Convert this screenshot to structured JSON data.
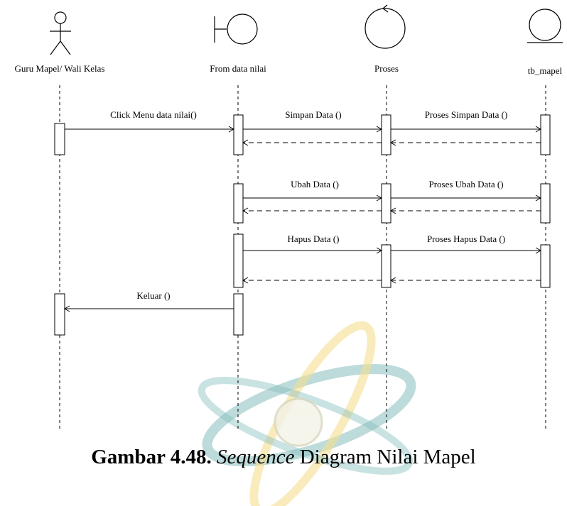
{
  "diagram": {
    "participants": [
      {
        "id": "actor",
        "label": "Guru Mapel/ Wali Kelas",
        "kind": "actor"
      },
      {
        "id": "boundary",
        "label": "From data nilai",
        "kind": "boundary"
      },
      {
        "id": "control",
        "label": "Proses",
        "kind": "control"
      },
      {
        "id": "entity",
        "label": "tb_mapel",
        "kind": "entity"
      }
    ],
    "messages": [
      {
        "from": "actor",
        "to": "boundary",
        "label": "Click Menu data nilai()",
        "type": "call"
      },
      {
        "from": "boundary",
        "to": "control",
        "label": "Simpan Data ()",
        "type": "call"
      },
      {
        "from": "control",
        "to": "entity",
        "label": "Proses Simpan Data ()",
        "type": "call"
      },
      {
        "from": "entity",
        "to": "control",
        "label": "",
        "type": "return"
      },
      {
        "from": "control",
        "to": "boundary",
        "label": "",
        "type": "return"
      },
      {
        "from": "boundary",
        "to": "control",
        "label": "Ubah Data ()",
        "type": "call"
      },
      {
        "from": "control",
        "to": "entity",
        "label": "Proses Ubah Data ()",
        "type": "call"
      },
      {
        "from": "entity",
        "to": "control",
        "label": "",
        "type": "return"
      },
      {
        "from": "control",
        "to": "boundary",
        "label": "",
        "type": "return"
      },
      {
        "from": "boundary",
        "to": "control",
        "label": "Hapus Data ()",
        "type": "call"
      },
      {
        "from": "control",
        "to": "entity",
        "label": "Proses Hapus Data ()",
        "type": "call"
      },
      {
        "from": "entity",
        "to": "control",
        "label": "",
        "type": "return"
      },
      {
        "from": "control",
        "to": "boundary",
        "label": "",
        "type": "return"
      },
      {
        "from": "boundary",
        "to": "actor",
        "label": "Keluar ()",
        "type": "call"
      }
    ]
  },
  "caption": {
    "number": "Gambar 4.48.",
    "italic": "Sequence",
    "rest": " Diagram Nilai Mapel"
  },
  "colors": {
    "watermark_teal": "#5fa8a8",
    "watermark_yellow": "#f2d36b",
    "watermark_globe": "#c9c9a8"
  }
}
